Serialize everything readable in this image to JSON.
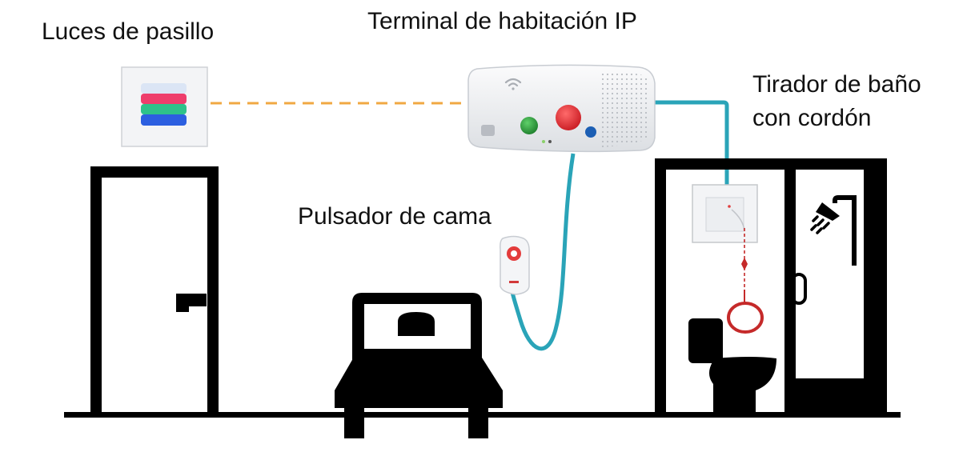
{
  "labels": {
    "corridor_lights": "Luces de pasillo",
    "room_terminal": "Terminal de habitación IP",
    "bathroom_pull_line1": "Tirador de baño",
    "bathroom_pull_line2": "con cordón",
    "bed_button": "Pulsador de cama"
  },
  "colors": {
    "outline": "#000000",
    "cable": "#2aa4b8",
    "wireless_link": "#f0a842",
    "alarm_red": "#d8252f",
    "accept_green": "#2c9a3c",
    "status_blue": "#1c5fb4",
    "device_body": "#e9ebee"
  },
  "icons": {
    "door": "door-icon",
    "bed": "bed-icon",
    "toilet": "toilet-icon",
    "shower": "shower-icon",
    "wifi": "wifi-icon"
  }
}
